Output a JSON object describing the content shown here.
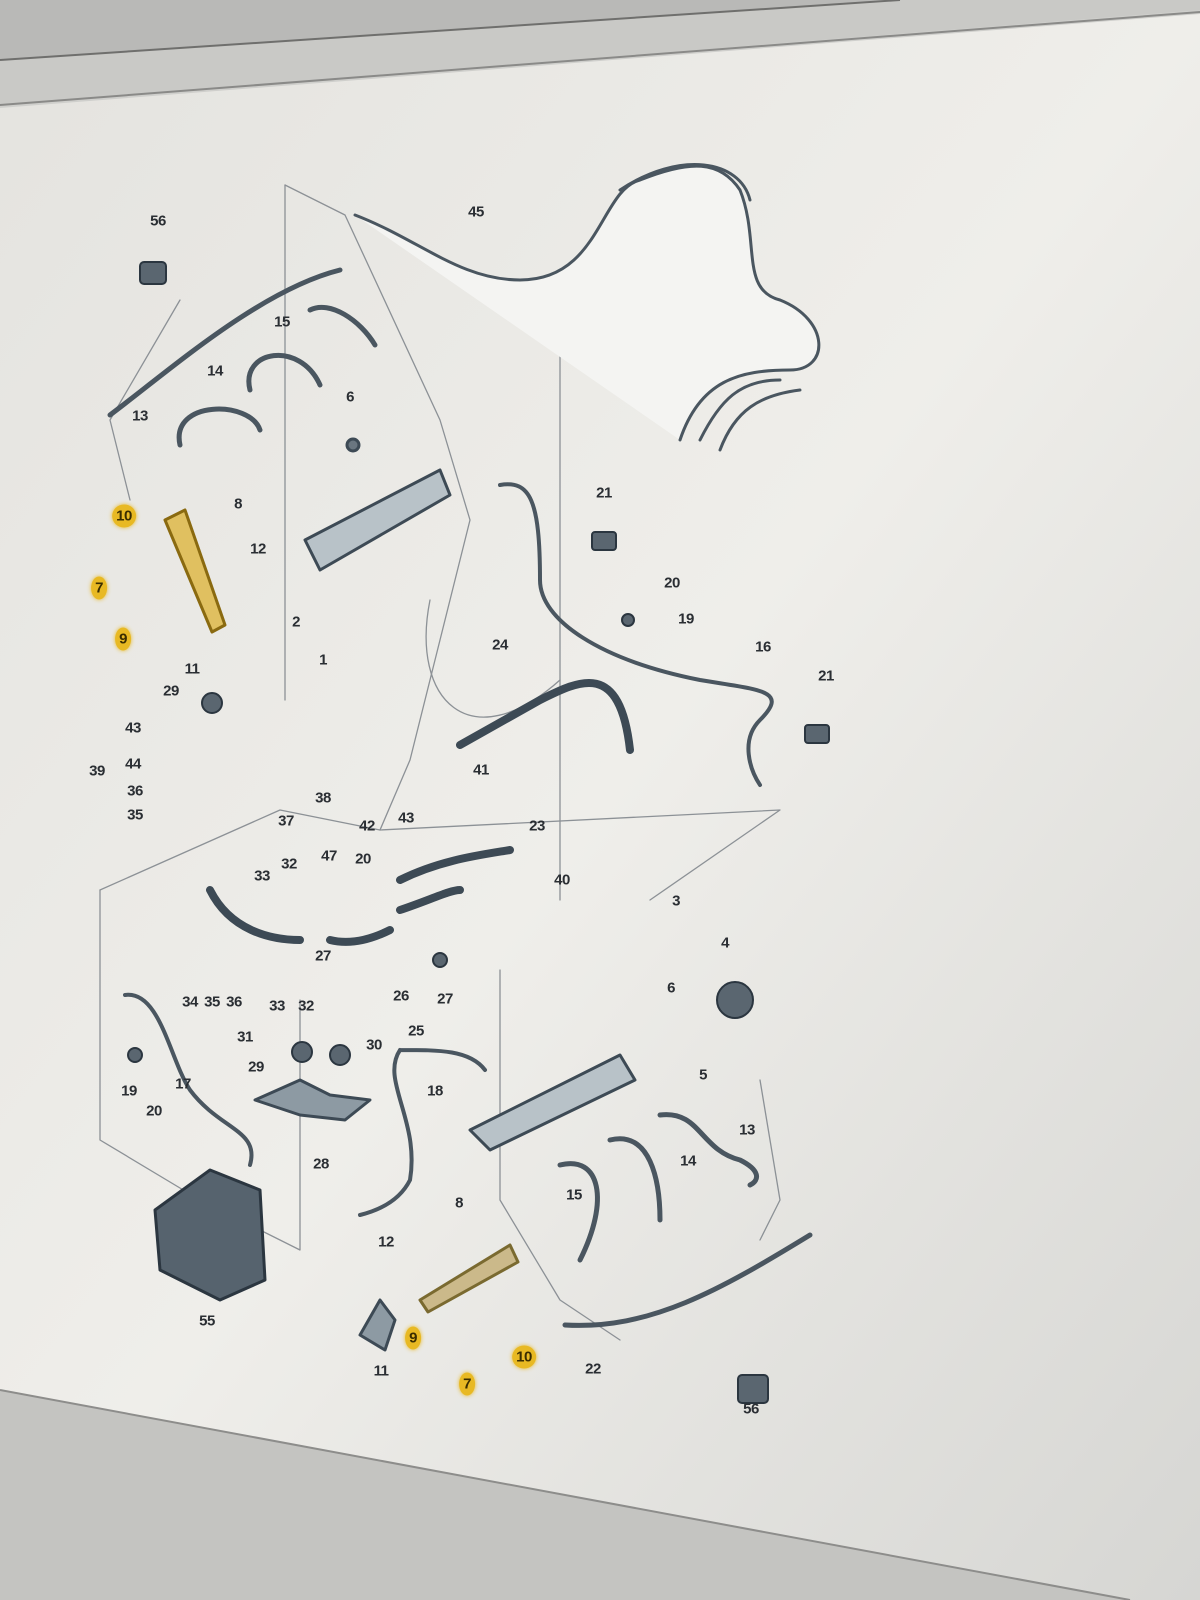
{
  "diagram": {
    "colors": {
      "highlight": "#e8b923",
      "part": "#4a5660",
      "line": "#6b6f72",
      "screen": "#ecebe7"
    },
    "labels": [
      {
        "id": "56a",
        "text": "56",
        "highlight": false
      },
      {
        "id": "45",
        "text": "45",
        "highlight": false
      },
      {
        "id": "15a",
        "text": "15",
        "highlight": false
      },
      {
        "id": "14a",
        "text": "14",
        "highlight": false
      },
      {
        "id": "13a",
        "text": "13",
        "highlight": false
      },
      {
        "id": "6a",
        "text": "6",
        "highlight": false
      },
      {
        "id": "8a",
        "text": "8",
        "highlight": false
      },
      {
        "id": "12a",
        "text": "12",
        "highlight": false
      },
      {
        "id": "10a",
        "text": "10",
        "highlight": true
      },
      {
        "id": "7a",
        "text": "7",
        "highlight": true
      },
      {
        "id": "9a",
        "text": "9",
        "highlight": true
      },
      {
        "id": "2",
        "text": "2",
        "highlight": false
      },
      {
        "id": "1",
        "text": "1",
        "highlight": false
      },
      {
        "id": "11a",
        "text": "11",
        "highlight": false
      },
      {
        "id": "29a",
        "text": "29",
        "highlight": false
      },
      {
        "id": "43a",
        "text": "43",
        "highlight": false
      },
      {
        "id": "44",
        "text": "44",
        "highlight": false
      },
      {
        "id": "39",
        "text": "39",
        "highlight": false
      },
      {
        "id": "36a",
        "text": "36",
        "highlight": false
      },
      {
        "id": "35a",
        "text": "35",
        "highlight": false
      },
      {
        "id": "38",
        "text": "38",
        "highlight": false
      },
      {
        "id": "37",
        "text": "37",
        "highlight": false
      },
      {
        "id": "21a",
        "text": "21",
        "highlight": false
      },
      {
        "id": "20a",
        "text": "20",
        "highlight": false
      },
      {
        "id": "19a",
        "text": "19",
        "highlight": false
      },
      {
        "id": "24",
        "text": "24",
        "highlight": false
      },
      {
        "id": "16",
        "text": "16",
        "highlight": false
      },
      {
        "id": "21b",
        "text": "21",
        "highlight": false
      },
      {
        "id": "41",
        "text": "41",
        "highlight": false
      },
      {
        "id": "23",
        "text": "23",
        "highlight": false
      },
      {
        "id": "42",
        "text": "42",
        "highlight": false
      },
      {
        "id": "43b",
        "text": "43",
        "highlight": false
      },
      {
        "id": "47",
        "text": "47",
        "highlight": false
      },
      {
        "id": "20b",
        "text": "20",
        "highlight": false
      },
      {
        "id": "32a",
        "text": "32",
        "highlight": false
      },
      {
        "id": "33a",
        "text": "33",
        "highlight": false
      },
      {
        "id": "40",
        "text": "40",
        "highlight": false
      },
      {
        "id": "3",
        "text": "3",
        "highlight": false
      },
      {
        "id": "4",
        "text": "4",
        "highlight": false
      },
      {
        "id": "6b",
        "text": "6",
        "highlight": false
      },
      {
        "id": "5",
        "text": "5",
        "highlight": false
      },
      {
        "id": "27a",
        "text": "27",
        "highlight": false
      },
      {
        "id": "26",
        "text": "26",
        "highlight": false
      },
      {
        "id": "27b",
        "text": "27",
        "highlight": false
      },
      {
        "id": "25",
        "text": "25",
        "highlight": false
      },
      {
        "id": "34",
        "text": "34",
        "highlight": false
      },
      {
        "id": "35b",
        "text": "35",
        "highlight": false
      },
      {
        "id": "36b",
        "text": "36",
        "highlight": false
      },
      {
        "id": "33b",
        "text": "33",
        "highlight": false
      },
      {
        "id": "32b",
        "text": "32",
        "highlight": false
      },
      {
        "id": "31",
        "text": "31",
        "highlight": false
      },
      {
        "id": "29b",
        "text": "29",
        "highlight": false
      },
      {
        "id": "30",
        "text": "30",
        "highlight": false
      },
      {
        "id": "19b",
        "text": "19",
        "highlight": false
      },
      {
        "id": "20c",
        "text": "20",
        "highlight": false
      },
      {
        "id": "17",
        "text": "17",
        "highlight": false
      },
      {
        "id": "18",
        "text": "18",
        "highlight": false
      },
      {
        "id": "28",
        "text": "28",
        "highlight": false
      },
      {
        "id": "13b",
        "text": "13",
        "highlight": false
      },
      {
        "id": "14b",
        "text": "14",
        "highlight": false
      },
      {
        "id": "15b",
        "text": "15",
        "highlight": false
      },
      {
        "id": "8b",
        "text": "8",
        "highlight": false
      },
      {
        "id": "12b",
        "text": "12",
        "highlight": false
      },
      {
        "id": "55",
        "text": "55",
        "highlight": false
      },
      {
        "id": "9b",
        "text": "9",
        "highlight": true
      },
      {
        "id": "11b",
        "text": "11",
        "highlight": false
      },
      {
        "id": "10b",
        "text": "10",
        "highlight": true
      },
      {
        "id": "7b",
        "text": "7",
        "highlight": true
      },
      {
        "id": "22",
        "text": "22",
        "highlight": false
      },
      {
        "id": "56b",
        "text": "56",
        "highlight": false
      }
    ]
  }
}
